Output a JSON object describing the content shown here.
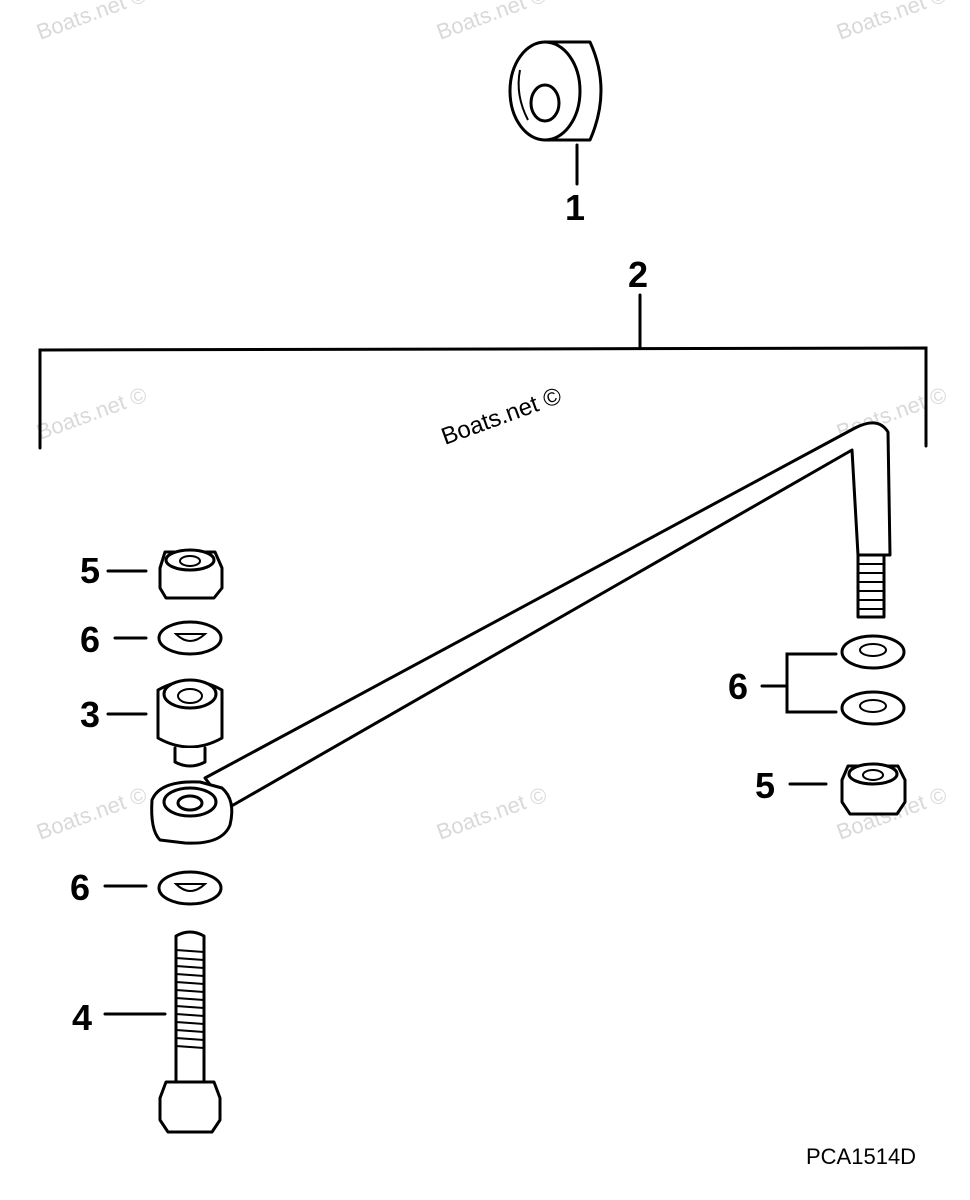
{
  "callouts": {
    "c1": "1",
    "c2": "2",
    "c3": "3",
    "c4": "4",
    "c5_left": "5",
    "c5_right": "5",
    "c6_left_top": "6",
    "c6_left_bottom": "6",
    "c6_right": "6"
  },
  "watermark": "Boats.net ©",
  "diagram_code": "PCA1514D",
  "colors": {
    "line": "#000000",
    "background": "#ffffff",
    "watermark_faint": "#d9d9d9"
  }
}
